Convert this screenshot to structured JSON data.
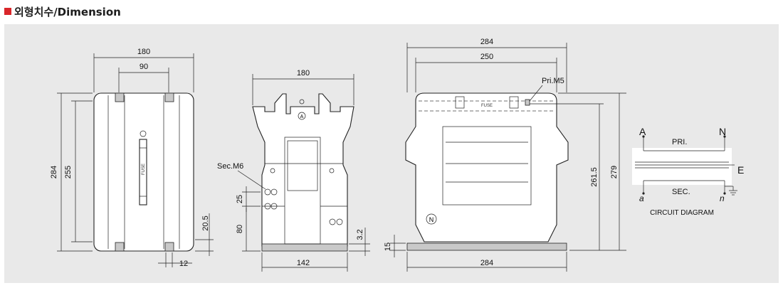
{
  "header": {
    "title": "외형치수/Dimension"
  },
  "front_view": {
    "width_total": "180",
    "width_inner": "90",
    "height_total": "284",
    "height_inner": "255",
    "bottom_offset": "20.5",
    "foot_width": "12",
    "fuse_label": "FUSE"
  },
  "side_view": {
    "width_top": "180",
    "terminal_label": "Sec.M6",
    "spacing": "25",
    "lower_height": "80",
    "base_height": "3.2",
    "base_width": "142",
    "marker_a": "A"
  },
  "top_view": {
    "width_outer": "284",
    "width_inner": "250",
    "terminal_label": "Pri.M5",
    "fuse_label": "FUSE",
    "height_1": "261.5",
    "height_2": "279",
    "base_height": "15",
    "base_width": "284",
    "marker_n": "N"
  },
  "circuit": {
    "label_a": "A",
    "label_n": "N",
    "label_e": "E",
    "label_pri": "PRI.",
    "label_sec": "SEC.",
    "label_a_small": "a",
    "label_n_small": "n",
    "caption": "CIRCUIT DIAGRAM"
  }
}
